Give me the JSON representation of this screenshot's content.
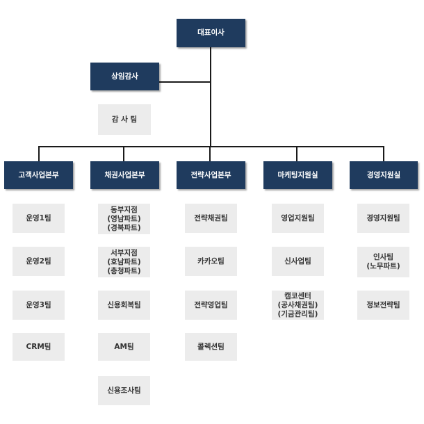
{
  "ceo": {
    "label": "대표이사"
  },
  "auditor": {
    "label": "상임감사"
  },
  "audit_team": {
    "label": "감 사 팀"
  },
  "divisions": [
    {
      "label": "고객사업본부",
      "teams": [
        "운영1팀",
        "운영2팀",
        "운영3팀",
        "CRM팀"
      ]
    },
    {
      "label": "채권사업본부",
      "teams": [
        "동부지점\n(영남파트)\n(경북파트)",
        "서부지점\n(호남파트)\n(충청파트)",
        "신용회복팀",
        "AM팀",
        "신용조사팀"
      ]
    },
    {
      "label": "전략사업본부",
      "teams": [
        "전략채권팀",
        "카카오팀",
        "전략영업팀",
        "콜렉션팀"
      ]
    },
    {
      "label": "마케팅지원실",
      "teams": [
        "영업지원팀",
        "신사업팀",
        "캠코센터\n(공사채권팀)\n(기금관리팀)"
      ]
    },
    {
      "label": "경영지원실",
      "teams": [
        "경영지원팀",
        "인사팀\n(노무파트)",
        "정보전략팀"
      ]
    }
  ],
  "colors": {
    "header_fill": "#1f3b5e",
    "header_text": "#ffffff",
    "team_fill": "#ececec",
    "team_text": "#333333",
    "connector": "#1a1a1a"
  }
}
